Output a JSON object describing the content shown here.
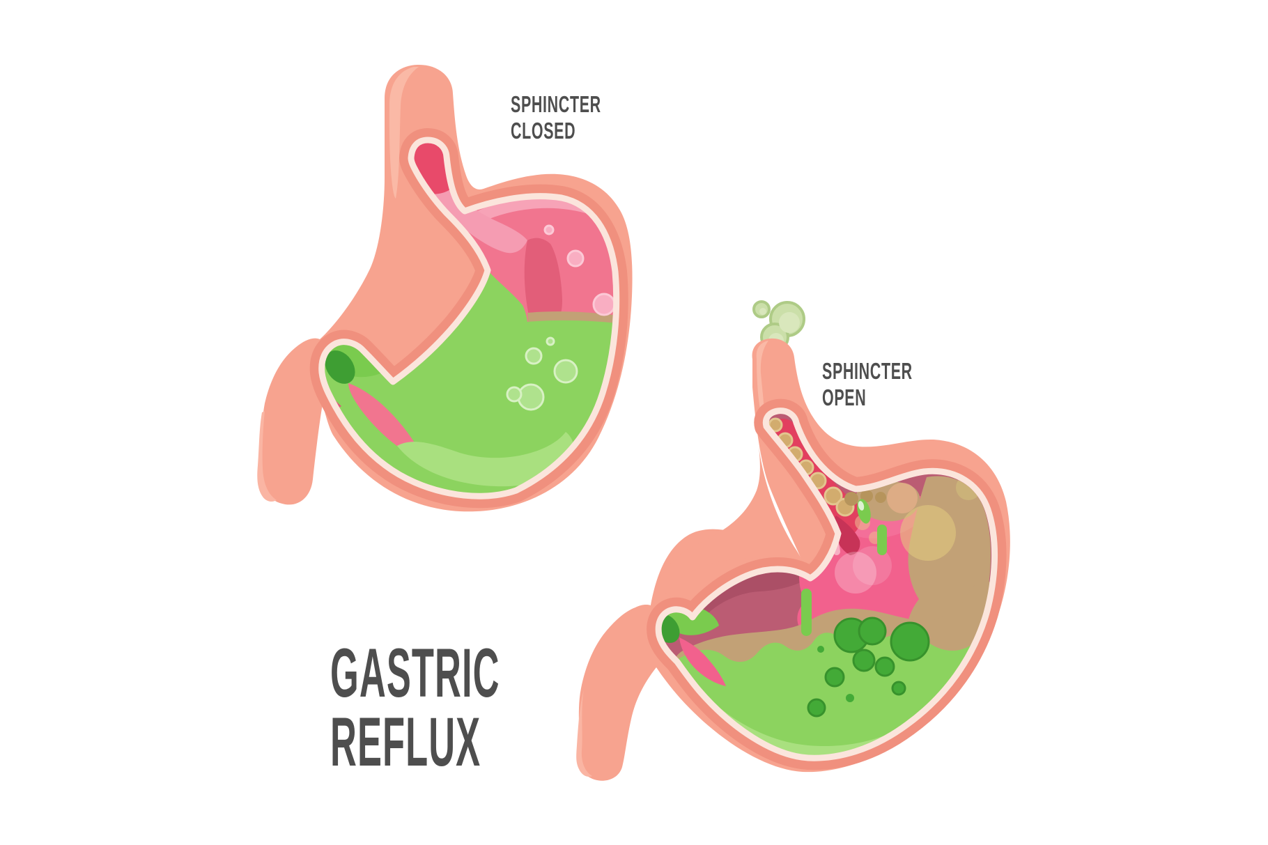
{
  "title": {
    "line1": "GASTRIC",
    "line2": "REFLUX"
  },
  "figures": {
    "closed": {
      "name": "stomach-sphincter-closed",
      "label_line1": "SPHINCTER",
      "label_line2": "CLOSED"
    },
    "open": {
      "name": "stomach-sphincter-open",
      "label_line1": "SPHINCTER",
      "label_line2": "OPEN"
    }
  },
  "colors": {
    "background": "#FFFFFF",
    "text": "#4E4E4E",
    "wall": "#F7A38F",
    "wall_dark": "#F0907E",
    "wall_light": "#FAB9A6",
    "lining": "#FBE5DC",
    "interior_pink": "#F1758F",
    "interior_mauve": "#BB5C73",
    "crimson": "#E84A6A",
    "crimson_open": "#E23F5F",
    "acid": "#8CD35F",
    "acid_light": "#A9E07F",
    "acid_bright": "#7ACB4E",
    "acid_dark": "#43AA37",
    "pylorus": "#3E9E33",
    "bile_tan": "#C2A176",
    "bubble_tan": "#CFA96A",
    "burp_fill": "#CBDFA9",
    "burp_rim": "#AECB86"
  }
}
